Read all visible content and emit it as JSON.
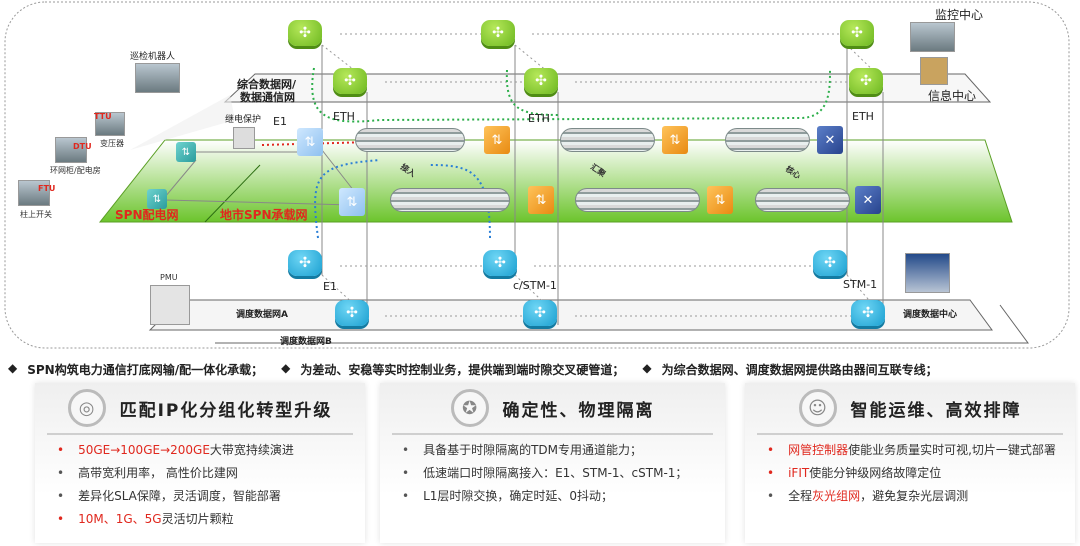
{
  "diagram": {
    "integrated_network": "综合数据网/",
    "data_comm_network": "数据通信网",
    "monitoring_center": "监控中心",
    "info_center": "信息中心",
    "patrol_robot": "巡检机器人",
    "relay_protection": "继电保护",
    "ttu": "TTU",
    "transformer": "变压器",
    "dtu": "DTU",
    "ring_cabinet": "环网柜/配电房",
    "ftu": "FTU",
    "pole_switch": "柱上开关",
    "spn_distribution": "SPN配电网",
    "city_spn": "地市SPN承载网",
    "eth": "ETH",
    "e1": "E1",
    "access": "接入",
    "aggregation": "汇聚",
    "core": "核心",
    "pmu": "PMU",
    "c_stm1": "c/STM-1",
    "stm1": "STM-1",
    "dispatch_a": "调度数据网A",
    "dispatch_b": "调度数据网B",
    "dispatch_center": "调度数据中心"
  },
  "bullets": [
    "SPN构筑电力通信打底网输/配一体化承载；",
    "为差动、安稳等实时控制业务，提供端到端时隙交叉硬管道；",
    "为综合数据网、调度数据网提供路由器间互联专线；"
  ],
  "cards": [
    {
      "title": "匹配IP化分组化转型升级",
      "items": [
        {
          "red": "50GE→100GE→200GE",
          "text": "大带宽持续演进"
        },
        {
          "red": "",
          "text": "高带宽利用率， 高性价比建网"
        },
        {
          "red": "",
          "text": "差异化SLA保障，灵活调度，智能部署"
        },
        {
          "red": "10M、1G、5G",
          "text": "灵活切片颗粒"
        }
      ]
    },
    {
      "title": "确定性、物理隔离",
      "items": [
        {
          "red": "",
          "text": "具备基于时隙隔离的TDM专用通道能力；"
        },
        {
          "red": "",
          "text": "低速端口时隙隔离接入：E1、STM-1、cSTM-1；"
        },
        {
          "red": "",
          "text": "L1层时隙交换，确定时延、0抖动；"
        }
      ]
    },
    {
      "title": "智能运维、高效排障",
      "items": [
        {
          "pre": "",
          "red": "网管控制器",
          "text": "使能业务质量实时可视,切片一键式部署"
        },
        {
          "pre": "",
          "red": "iFIT",
          "text": "使能分钟级网络故障定位"
        },
        {
          "pre": "全程",
          "red": "灰光组网",
          "text": "，避免复杂光层调测"
        }
      ]
    }
  ],
  "colors": {
    "accent_red": "#e0281e",
    "plane_green": "#7ccf3a",
    "router_green": "#6cb71f",
    "router_blue": "#1a9fd0"
  }
}
